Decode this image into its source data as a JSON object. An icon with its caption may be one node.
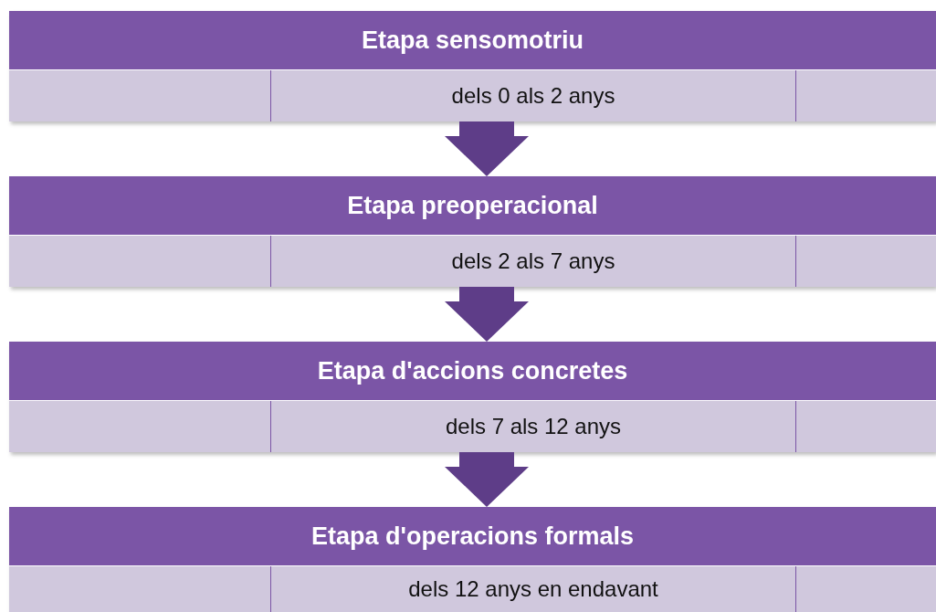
{
  "diagram": {
    "nodes": [
      {
        "text": [
          "Etapa sensomotriu",
          "dels 0 als 2 anys"
        ]
      },
      {
        "text": [
          "Etapa preoperacional",
          "dels 2 als 7 anys"
        ]
      },
      {
        "text": [
          "Etapa d'accions concretes",
          "dels 7 als 12 anys"
        ]
      },
      {
        "text": [
          "Etapa d'operacions formals",
          "dels 12 anys en endavant"
        ]
      }
    ],
    "edges": [
      {
        "from": 0,
        "to": 1,
        "arrow": "to"
      },
      {
        "from": 1,
        "to": 2,
        "arrow": "to"
      },
      {
        "from": 2,
        "to": 3,
        "arrow": "to"
      }
    ]
  }
}
